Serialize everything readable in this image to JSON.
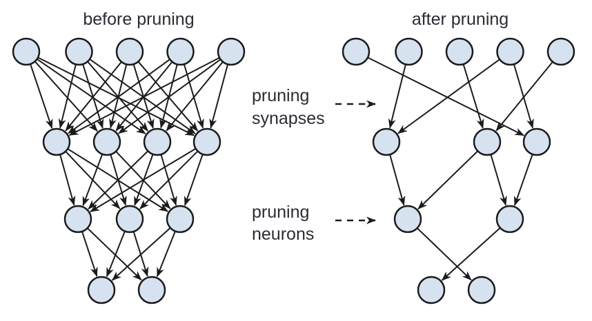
{
  "colors": {
    "background": "#ffffff",
    "node_fill": "#d6e2f0",
    "node_stroke": "#1b1b1b",
    "edge": "#1b1b1b",
    "text": "#2b2b33"
  },
  "networks": {
    "before": {
      "title": "before pruning",
      "layers": [
        5,
        4,
        3,
        2
      ],
      "connectivity": "full"
    },
    "after": {
      "title": "after pruning",
      "layers": [
        5,
        4,
        3,
        2
      ],
      "kept_nodes": [
        [
          0,
          1,
          2,
          3,
          4
        ],
        [
          0,
          2,
          3
        ],
        [
          0,
          2
        ],
        [
          0,
          1
        ]
      ],
      "edges": [
        [
          0,
          0,
          3
        ],
        [
          0,
          1,
          0
        ],
        [
          0,
          2,
          2
        ],
        [
          0,
          3,
          0
        ],
        [
          0,
          3,
          3
        ],
        [
          0,
          4,
          2
        ],
        [
          1,
          0,
          0
        ],
        [
          1,
          2,
          0
        ],
        [
          1,
          2,
          2
        ],
        [
          1,
          3,
          2
        ],
        [
          2,
          0,
          1
        ],
        [
          2,
          2,
          0
        ]
      ]
    }
  },
  "annotations": [
    {
      "line1": "pruning",
      "line2": "synapses",
      "arrow": "dashed-right-arrow"
    },
    {
      "line1": "pruning",
      "line2": "neurons",
      "arrow": "dashed-right-arrow"
    }
  ]
}
